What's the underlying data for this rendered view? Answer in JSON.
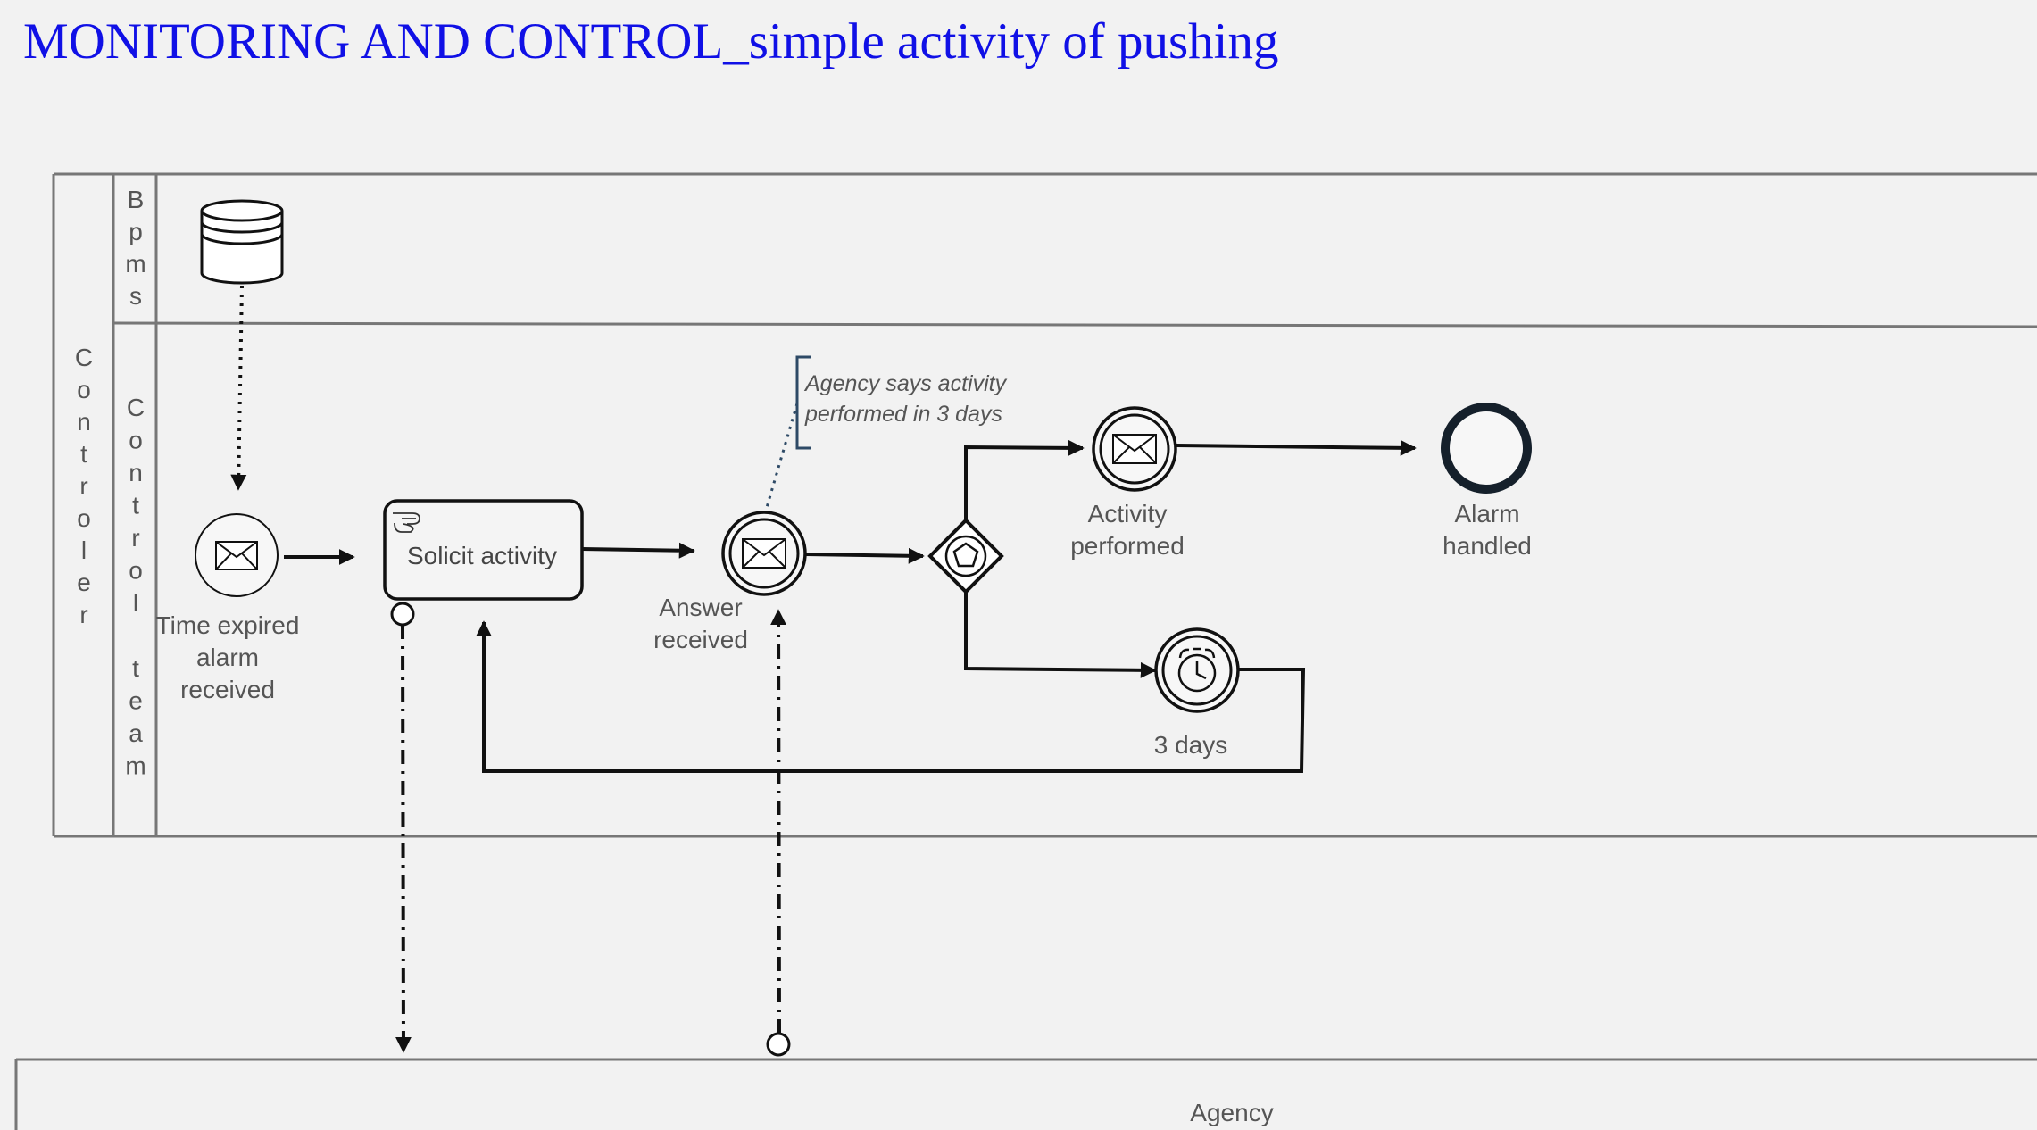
{
  "title": "MONITORING AND CONTROL_simple activity of pushing",
  "pool": {
    "name": "Controler",
    "lanes": [
      {
        "name": "Bpms"
      },
      {
        "name": "Control team"
      }
    ]
  },
  "agency_pool": {
    "name": "Agency"
  },
  "elements": {
    "start_event": {
      "lines": [
        "Time expired",
        "alarm",
        "received"
      ]
    },
    "task": {
      "label": "Solicit activity"
    },
    "answer_event": {
      "lines": [
        "Answer",
        "received"
      ]
    },
    "annotation": {
      "lines": [
        "Agency says activity",
        "performed in 3 days"
      ]
    },
    "performed_event": {
      "lines": [
        "Activity",
        "performed"
      ]
    },
    "end_event": {
      "lines": [
        "Alarm",
        "handled"
      ]
    },
    "timer_event": {
      "lines": [
        "3 days"
      ]
    }
  },
  "icons": {
    "data_store": "database-icon",
    "envelope": "envelope-icon",
    "gateway": "event-based-gateway-icon",
    "timer": "alarm-clock-icon",
    "task_marker": "hand-icon"
  },
  "colors": {
    "title": "#1010e6",
    "stroke": "#1a2530",
    "annotation": "#2e4a66",
    "text": "#555555"
  }
}
